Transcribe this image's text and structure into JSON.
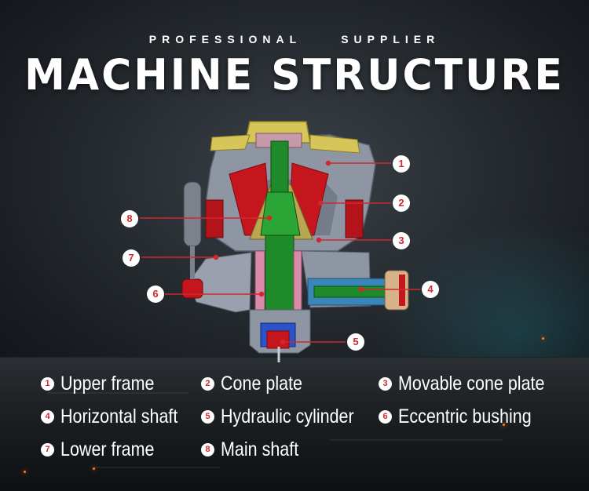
{
  "header": {
    "subtitle_left": "PROFESSIONAL",
    "subtitle_right": "SUPPLIER",
    "title": "MACHINE STRUCTURE"
  },
  "colors": {
    "accent_red": "#d0282e",
    "frame_gray": "#8e95a3",
    "cone_red": "#c4161c",
    "shaft_green": "#1f8a2a",
    "bushing_pink": "#d98aa8",
    "top_yellow": "#d6c65a",
    "cylinder_blue": "#2a52c9"
  },
  "callouts": [
    {
      "num": "1"
    },
    {
      "num": "2"
    },
    {
      "num": "3"
    },
    {
      "num": "4"
    },
    {
      "num": "5"
    },
    {
      "num": "6"
    },
    {
      "num": "7"
    },
    {
      "num": "8"
    }
  ],
  "legend": [
    {
      "num": "1",
      "label": "Upper frame"
    },
    {
      "num": "2",
      "label": "Cone plate"
    },
    {
      "num": "3",
      "label": "Movable cone plate"
    },
    {
      "num": "4",
      "label": "Horizontal shaft"
    },
    {
      "num": "5",
      "label": "Hydraulic cylinder"
    },
    {
      "num": "6",
      "label": "Eccentric bushing"
    },
    {
      "num": "7",
      "label": "Lower frame"
    },
    {
      "num": "8",
      "label": "Main shaft"
    }
  ]
}
